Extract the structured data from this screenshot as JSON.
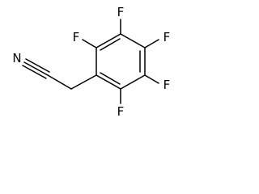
{
  "molecule": {
    "atoms": {
      "f_top": "F",
      "f_top_right": "F",
      "f_right": "F",
      "f_bottom": "F",
      "f_top_left": "F",
      "n_nitrile": "N"
    }
  }
}
